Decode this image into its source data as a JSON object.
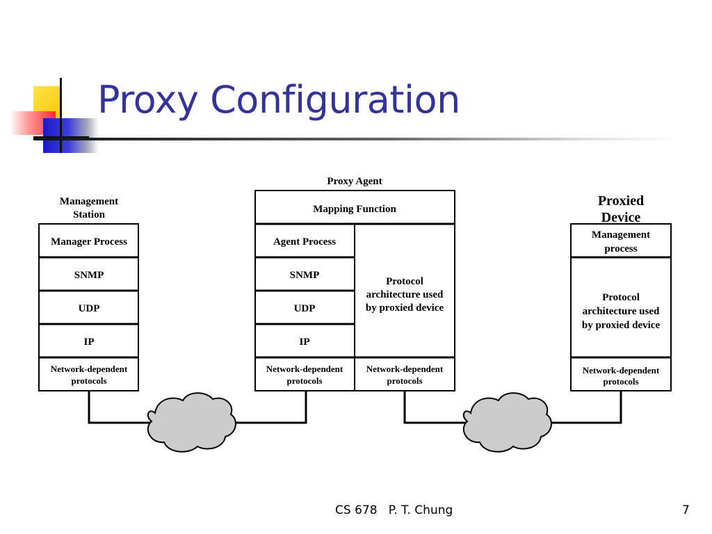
{
  "title": "Proxy Configuration",
  "footer": {
    "course": "CS 678   P. T. Chung",
    "page": "7"
  },
  "diagram": {
    "management_station": {
      "caption": [
        "Management",
        "Station"
      ],
      "layers": [
        "Manager Process",
        "SNMP",
        "UDP",
        "IP"
      ],
      "network": [
        "Network-dependent",
        "protocols"
      ]
    },
    "proxy_agent": {
      "caption": "Proxy Agent",
      "mapping": "Mapping Function",
      "layers": [
        "Agent Process",
        "SNMP",
        "UDP",
        "IP"
      ],
      "network_left": [
        "Network-dependent",
        "protocols"
      ],
      "arch": [
        "Protocol",
        "architecture used",
        "by proxied device"
      ],
      "network_right": [
        "Network-dependent",
        "protocols"
      ]
    },
    "proxied_device": {
      "caption": [
        "Proxied",
        "Device"
      ],
      "mgmt": [
        "Management",
        "process"
      ],
      "arch": [
        "Protocol",
        "architecture used",
        "by proxied device"
      ],
      "network": [
        "Network-dependent",
        "protocols"
      ]
    }
  }
}
